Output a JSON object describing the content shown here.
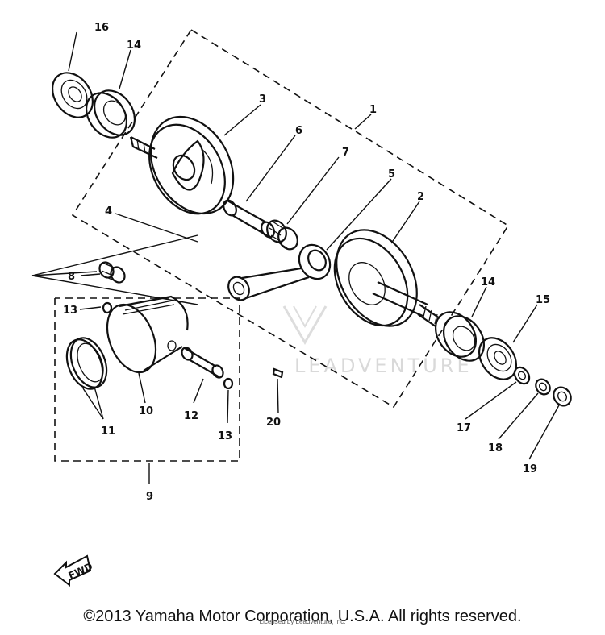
{
  "labels": {
    "p1": "1",
    "p2": "2",
    "p3": "3",
    "p4": "4",
    "p5": "5",
    "p6": "6",
    "p7": "7",
    "p8": "8",
    "p9": "9",
    "p10": "10",
    "p11": "11",
    "p12": "12",
    "p13a": "13",
    "p13b": "13",
    "p14a": "14",
    "p14b": "14",
    "p15": "15",
    "p16": "16",
    "p17": "17",
    "p18": "18",
    "p19": "19",
    "p20": "20"
  },
  "watermark": "LEADVENTURE",
  "fwd": "FWD",
  "licensed": "Licensed by Leadventure, Inc.",
  "copyright": "©2013 Yamaha Motor Corporation, U.S.A. All rights reserved."
}
